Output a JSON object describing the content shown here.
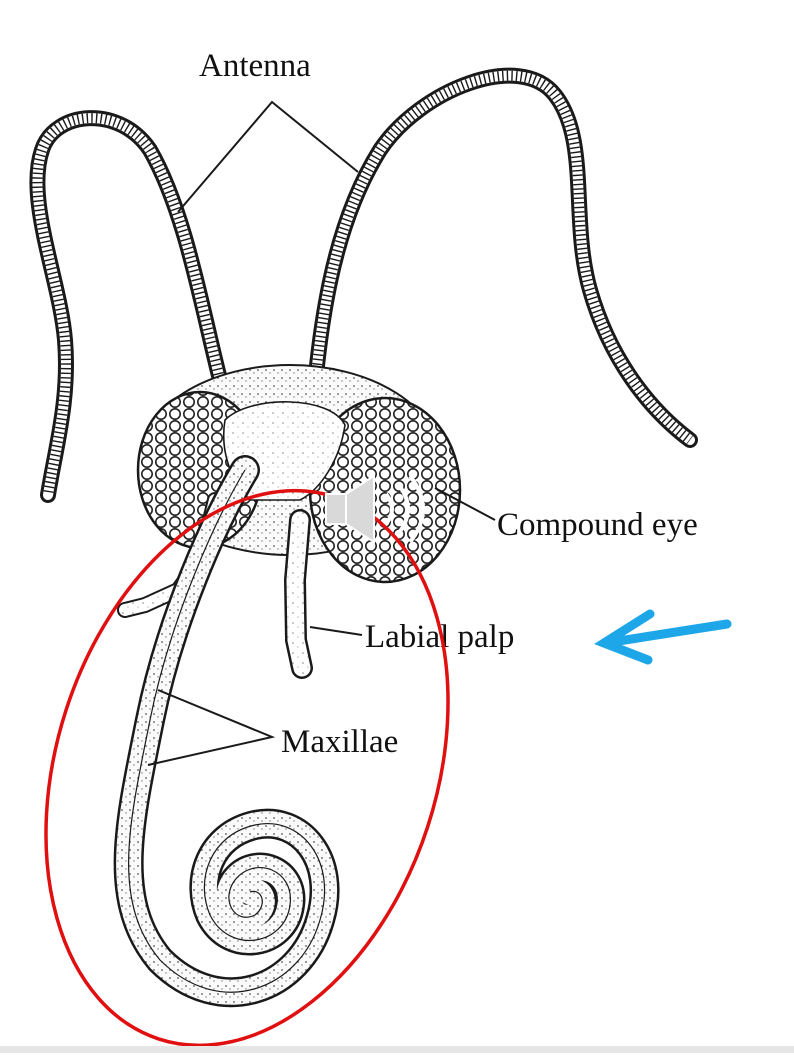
{
  "labels": {
    "antenna": "Antenna",
    "compound_eye": "Compound eye",
    "labial_palp": "Labial palp",
    "maxillae": "Maxillae"
  },
  "annotations": {
    "highlight_ellipse_color": "#e01010",
    "arrow_color": "#1ea7e8",
    "speaker_icon": "speaker-icon"
  }
}
